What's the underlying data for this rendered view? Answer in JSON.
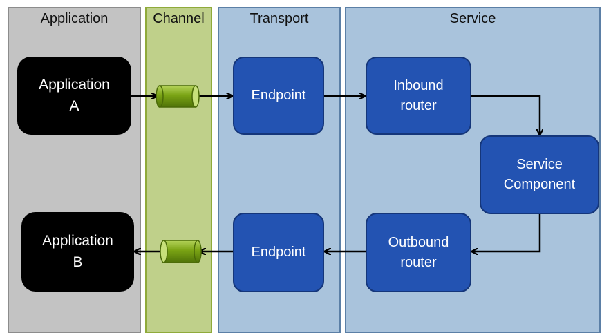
{
  "lanes": {
    "application": "Application",
    "channel": "Channel",
    "transport": "Transport",
    "service": "Service"
  },
  "boxes": {
    "application_a": "Application\nA",
    "application_b": "Application\nB",
    "endpoint_in": "Endpoint",
    "endpoint_out": "Endpoint",
    "inbound_router": "Inbound\nrouter",
    "outbound_router": "Outbound\nrouter",
    "service_component": "Service\nComponent"
  },
  "colors": {
    "application_lane": "#c3c3c3",
    "channel_lane": "#bfd08a",
    "transport_lane": "#a9c3dc",
    "service_lane": "#a9c3dc",
    "component_blue": "#2353b2",
    "pipe_green": "#6b9a10"
  },
  "icons": [
    "channel-pipe-icon",
    "arrow-icon"
  ]
}
